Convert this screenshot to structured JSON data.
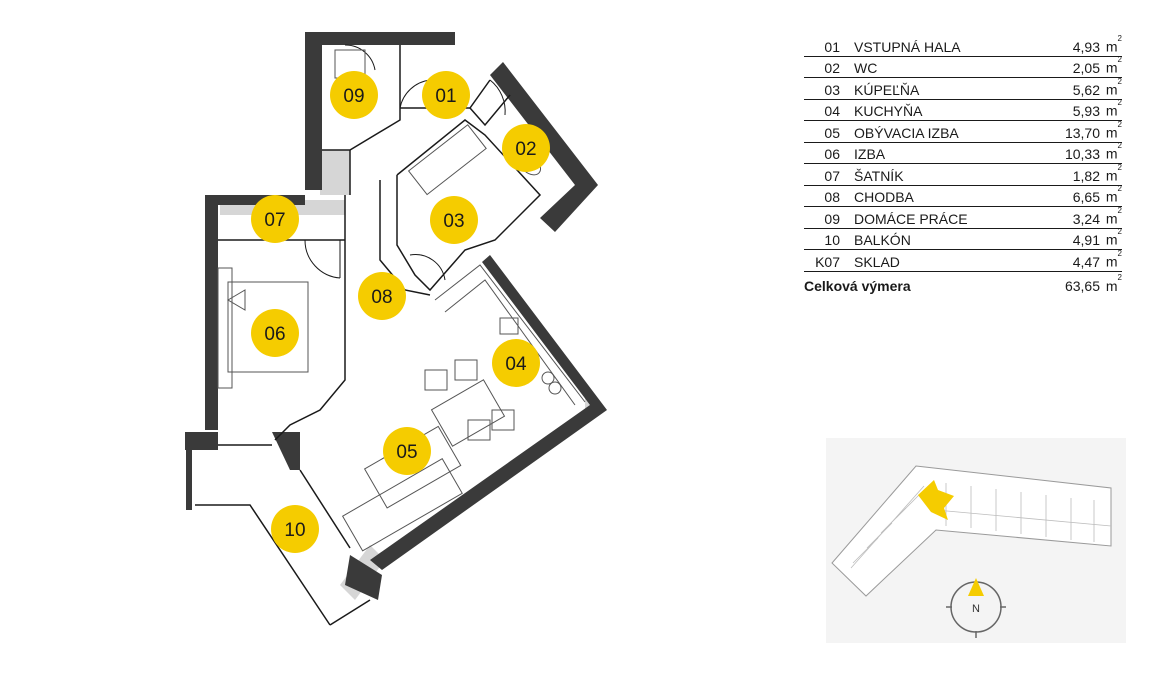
{
  "rooms": [
    {
      "num": "01",
      "name": "VSTUPNÁ HALA",
      "area": "4,93",
      "unit": "m",
      "sup": "2"
    },
    {
      "num": "02",
      "name": "WC",
      "area": "2,05",
      "unit": "m",
      "sup": "2"
    },
    {
      "num": "03",
      "name": "KÚPEĽŇA",
      "area": "5,62",
      "unit": "m",
      "sup": "2"
    },
    {
      "num": "04",
      "name": "KUCHYŇA",
      "area": "5,93",
      "unit": "m",
      "sup": "2"
    },
    {
      "num": "05",
      "name": "OBÝVACIA IZBA",
      "area": "13,70",
      "unit": "m",
      "sup": "2"
    },
    {
      "num": "06",
      "name": "IZBA",
      "area": "10,33",
      "unit": "m",
      "sup": "2"
    },
    {
      "num": "07",
      "name": "ŠATNÍK",
      "area": "1,82",
      "unit": "m",
      "sup": "2"
    },
    {
      "num": "08",
      "name": "CHODBA",
      "area": "6,65",
      "unit": "m",
      "sup": "2"
    },
    {
      "num": "09",
      "name": "DOMÁCE PRÁCE",
      "area": "3,24",
      "unit": "m",
      "sup": "2"
    },
    {
      "num": "10",
      "name": "BALKÓN",
      "area": "4,91",
      "unit": "m",
      "sup": "2"
    },
    {
      "num": "K07",
      "name": "SKLAD",
      "area": "4,47",
      "unit": "m",
      "sup": "2"
    }
  ],
  "total": {
    "label": "Celková výmera",
    "area": "63,65",
    "unit": "m",
    "sup": "2"
  },
  "plan_labels": {
    "r01": "01",
    "r02": "02",
    "r03": "03",
    "r04": "04",
    "r05": "05",
    "r06": "06",
    "r07": "07",
    "r08": "08",
    "r09": "09",
    "r10": "10"
  },
  "compass": {
    "label": "N"
  },
  "colors": {
    "accent": "#f5cc00",
    "wall": "#3a3a3a",
    "line": "#1a1a1a",
    "shadow": "#cccccc"
  }
}
